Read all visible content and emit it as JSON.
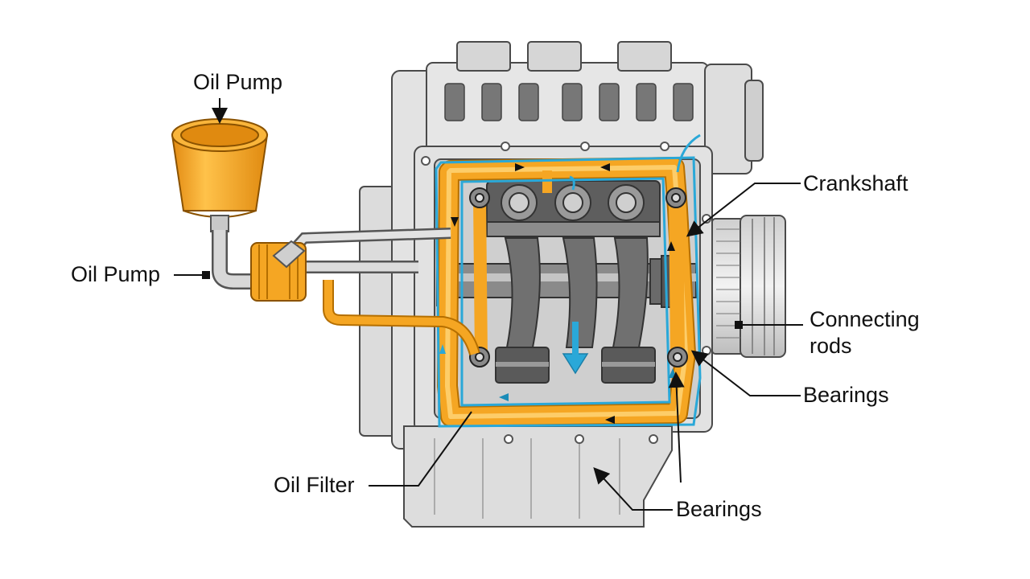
{
  "labels": {
    "pump_top": "Oil Pump",
    "pump_left": "Oil Pump",
    "crankshaft": "Crankshaft",
    "connecting_rods_line1": "Connecting",
    "connecting_rods_line2": "rods",
    "bearings_right": "Bearings",
    "oil_filter": "Oil Filter",
    "bearings_bottom": "Bearings"
  },
  "colors": {
    "oil": "#f5a623",
    "oil_light": "#ffd77a",
    "flow": "#2aa8d8",
    "metal": "#d9d9d9",
    "metal_dark": "#6e6e6e",
    "outline": "#4a4a4a",
    "text": "#111111"
  }
}
